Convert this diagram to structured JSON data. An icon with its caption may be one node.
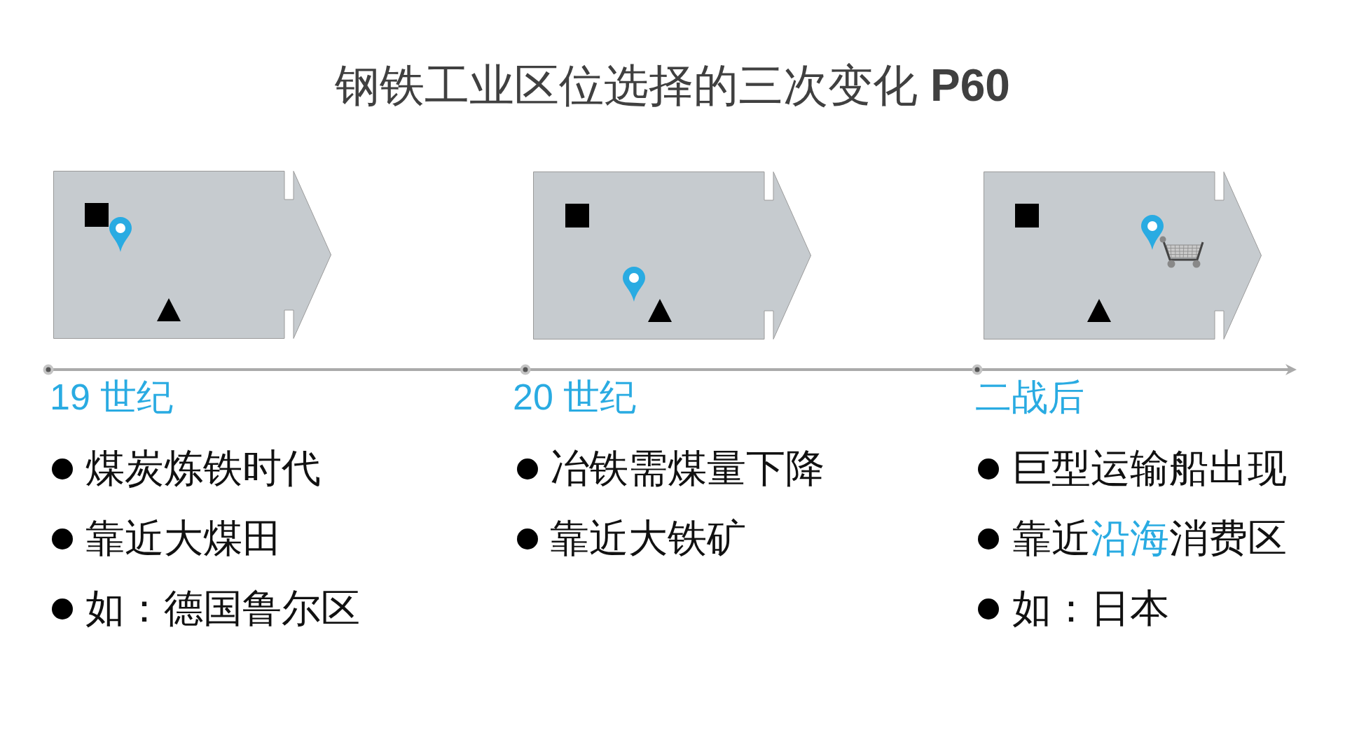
{
  "diagram": {
    "title": "钢铁工业区位选择的三次变化 **P60**",
    "nodes": [
      {
        "text": [],
        "shape": "arrow"
      },
      {
        "text": [],
        "shape": "arrow"
      },
      {
        "text": [],
        "shape": "arrow"
      }
    ],
    "labels": [
      "19 世纪",
      "煤炭炼铁时代",
      "靠近大煤田",
      "如：德国鲁尔区",
      "20 世纪",
      "冶铁需煤量下降",
      "靠近大铁矿",
      "二战后",
      "巨型运输船出现",
      "靠近**沿海**消费区",
      "如：日本"
    ]
  }
}
